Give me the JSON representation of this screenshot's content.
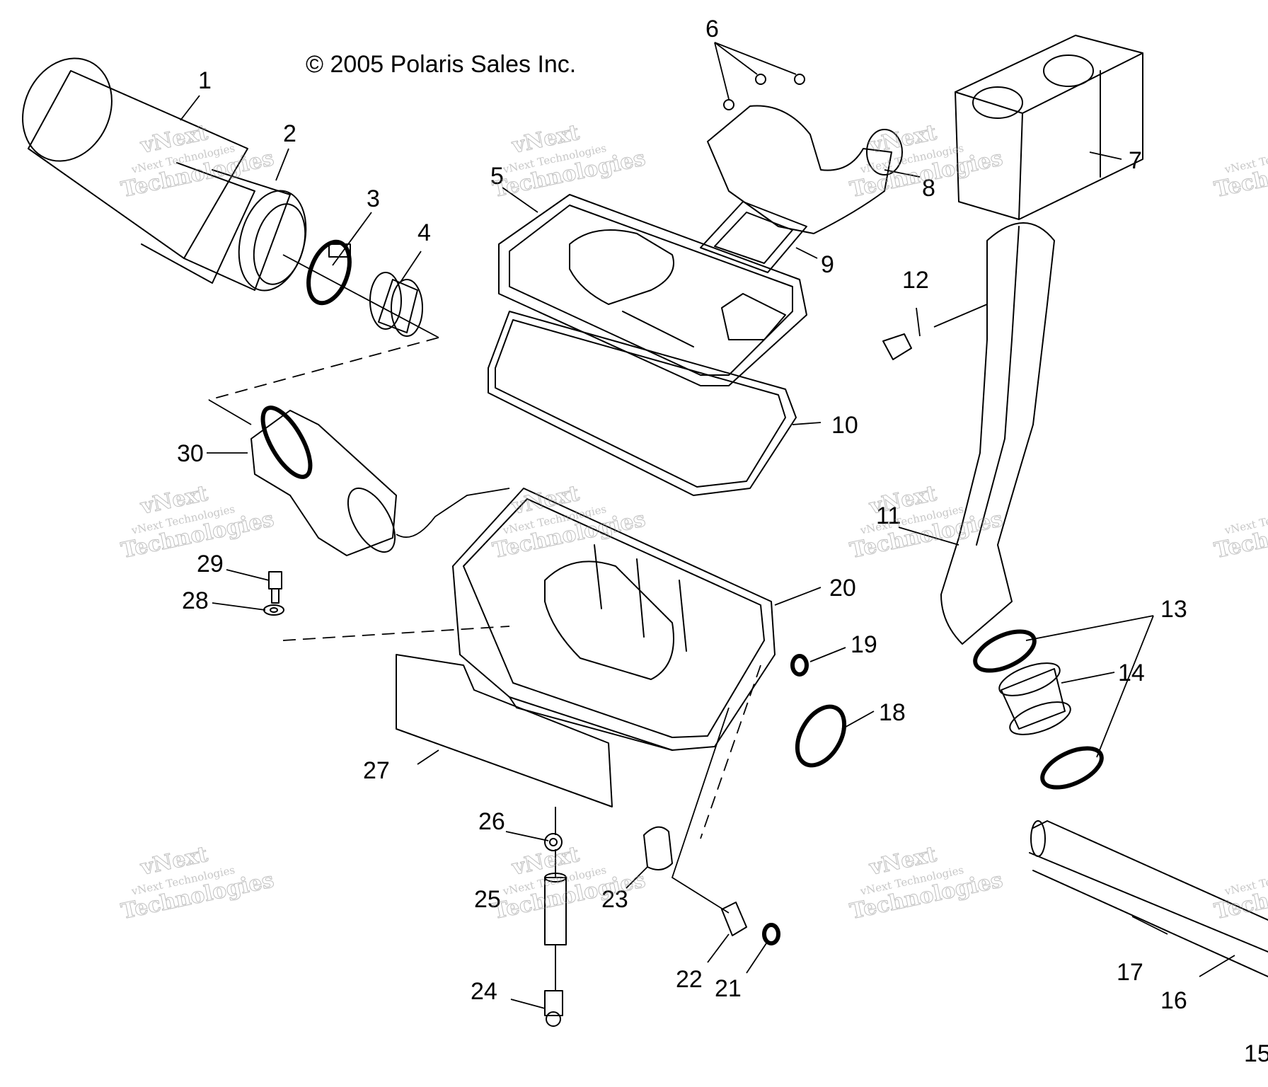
{
  "copyright": "© 2005 Polaris Sales Inc.",
  "watermark": {
    "line1": "vNext",
    "line2": "vNext Technologies",
    "line3": "Technologies"
  },
  "callouts": [
    "1",
    "2",
    "3",
    "4",
    "5",
    "6",
    "7",
    "8",
    "9",
    "10",
    "11",
    "12",
    "13",
    "14",
    "15",
    "16",
    "17",
    "18",
    "19",
    "20",
    "21",
    "22",
    "23",
    "24",
    "25",
    "26",
    "27",
    "28",
    "29",
    "30"
  ]
}
